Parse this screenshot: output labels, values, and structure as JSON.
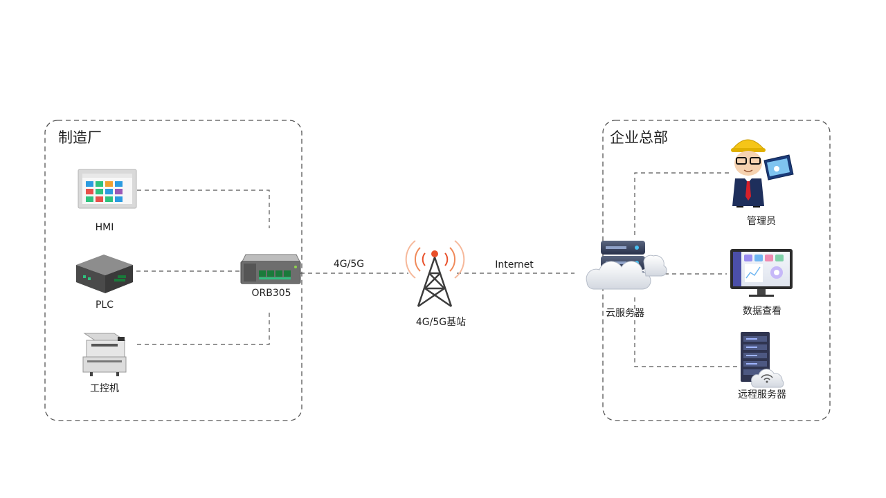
{
  "zones": {
    "factory": "制造厂",
    "hq": "企业总部"
  },
  "nodes": {
    "hmi": "HMI",
    "plc": "PLC",
    "ipc": "工控机",
    "router": "ORB305",
    "tower": "4G/5G基站",
    "cloud": "云服务器",
    "admin": "管理员",
    "monitor": "数据查看",
    "remote": "远程服务器"
  },
  "links": {
    "router_tower": "4G/5G",
    "tower_cloud": "Internet"
  },
  "colors": {
    "line": "#555555",
    "tile_colors": [
      "#2b9be0",
      "#2ec27e",
      "#f0a030",
      "#2b9be0",
      "#e8504a",
      "#2ec27e",
      "#2b9be0",
      "#9b59b6"
    ],
    "router_port": "#1a7a3a",
    "tower_signal": "#e8502a",
    "helmet": "#f5c518",
    "suit": "#1e2f5c",
    "tie": "#d6202a"
  }
}
